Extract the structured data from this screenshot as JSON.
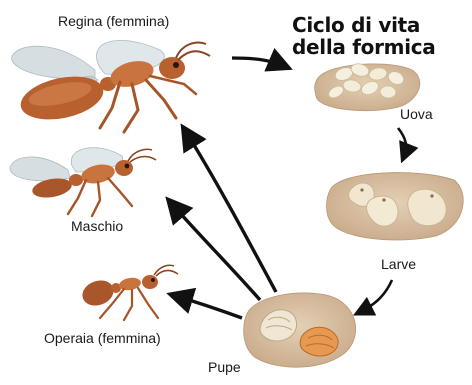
{
  "title": {
    "line1": "Ciclo di vita",
    "line2": "della formica"
  },
  "stages": {
    "eggs": "Uova",
    "larvae": "Larve",
    "pupae": "Pupe"
  },
  "castes": {
    "queen": "Regina (femmina)",
    "male": "Maschio",
    "worker": "Operaia (femmina)"
  },
  "colors": {
    "ant_body": "#c9733f",
    "ant_dark": "#8a4420",
    "wing": "#c8d3d8",
    "soil": "#d9c3a8",
    "egg": "#f3ecd9",
    "arrow": "#111111"
  }
}
